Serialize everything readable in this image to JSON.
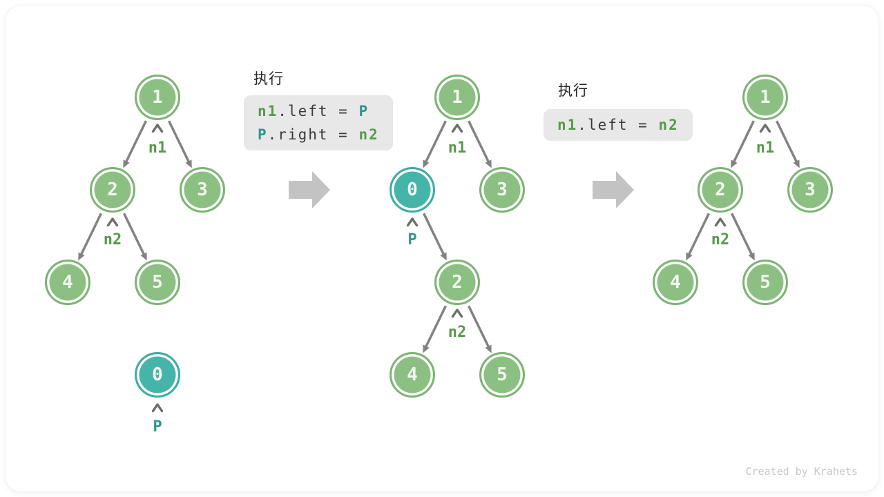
{
  "page": {
    "credit": "Created by Krahets"
  },
  "colors": {
    "node_fill_green": "#8cc083",
    "node_border_green": "#7cb473",
    "node_fill_teal": "#45b5aa",
    "node_border_teal": "#3cada2",
    "node_text": "#f4f7f1",
    "pointer_green": "#57994b",
    "pointer_teal": "#2e968c",
    "code_plain": "#3a3a3a",
    "code_background": "#e8e8e8",
    "edge_gray": "#828282",
    "block_arrow_gray": "#c3c3c3",
    "credit_gray": "#c7c7c7"
  },
  "icons": {
    "pointer_caret": "^",
    "transition_arrow": "➡"
  },
  "code_blocks": [
    {
      "label": "执行",
      "lines": [
        {
          "tokens": [
            {
              "text": "n1",
              "style": "green"
            },
            {
              "text": ".left = ",
              "style": "plain"
            },
            {
              "text": "P",
              "style": "teal"
            }
          ]
        },
        {
          "tokens": [
            {
              "text": "P",
              "style": "teal"
            },
            {
              "text": ".right = ",
              "style": "plain"
            },
            {
              "text": "n2",
              "style": "green"
            }
          ]
        }
      ]
    },
    {
      "label": "执行",
      "lines": [
        {
          "tokens": [
            {
              "text": "n1",
              "style": "green"
            },
            {
              "text": ".left = ",
              "style": "plain"
            },
            {
              "text": "n2",
              "style": "green"
            }
          ]
        }
      ]
    }
  ],
  "trees": [
    {
      "name": "before-insert",
      "nodes": [
        {
          "value": "1",
          "highlighted": false
        },
        {
          "value": "2",
          "highlighted": false
        },
        {
          "value": "3",
          "highlighted": false
        },
        {
          "value": "4",
          "highlighted": false
        },
        {
          "value": "5",
          "highlighted": false
        },
        {
          "value": "0",
          "highlighted": true
        }
      ],
      "pointers": [
        {
          "label": "n1",
          "accent": "green"
        },
        {
          "label": "n2",
          "accent": "green"
        },
        {
          "label": "P",
          "accent": "teal"
        }
      ]
    },
    {
      "name": "node-inserted",
      "nodes": [
        {
          "value": "1",
          "highlighted": false
        },
        {
          "value": "0",
          "highlighted": true
        },
        {
          "value": "3",
          "highlighted": false
        },
        {
          "value": "2",
          "highlighted": false
        },
        {
          "value": "4",
          "highlighted": false
        },
        {
          "value": "5",
          "highlighted": false
        }
      ],
      "pointers": [
        {
          "label": "n1",
          "accent": "green"
        },
        {
          "label": "P",
          "accent": "teal"
        },
        {
          "label": "n2",
          "accent": "green"
        }
      ]
    },
    {
      "name": "node-removed",
      "nodes": [
        {
          "value": "1",
          "highlighted": false
        },
        {
          "value": "2",
          "highlighted": false
        },
        {
          "value": "3",
          "highlighted": false
        },
        {
          "value": "4",
          "highlighted": false
        },
        {
          "value": "5",
          "highlighted": false
        }
      ],
      "pointers": [
        {
          "label": "n1",
          "accent": "green"
        },
        {
          "label": "n2",
          "accent": "green"
        }
      ]
    }
  ]
}
